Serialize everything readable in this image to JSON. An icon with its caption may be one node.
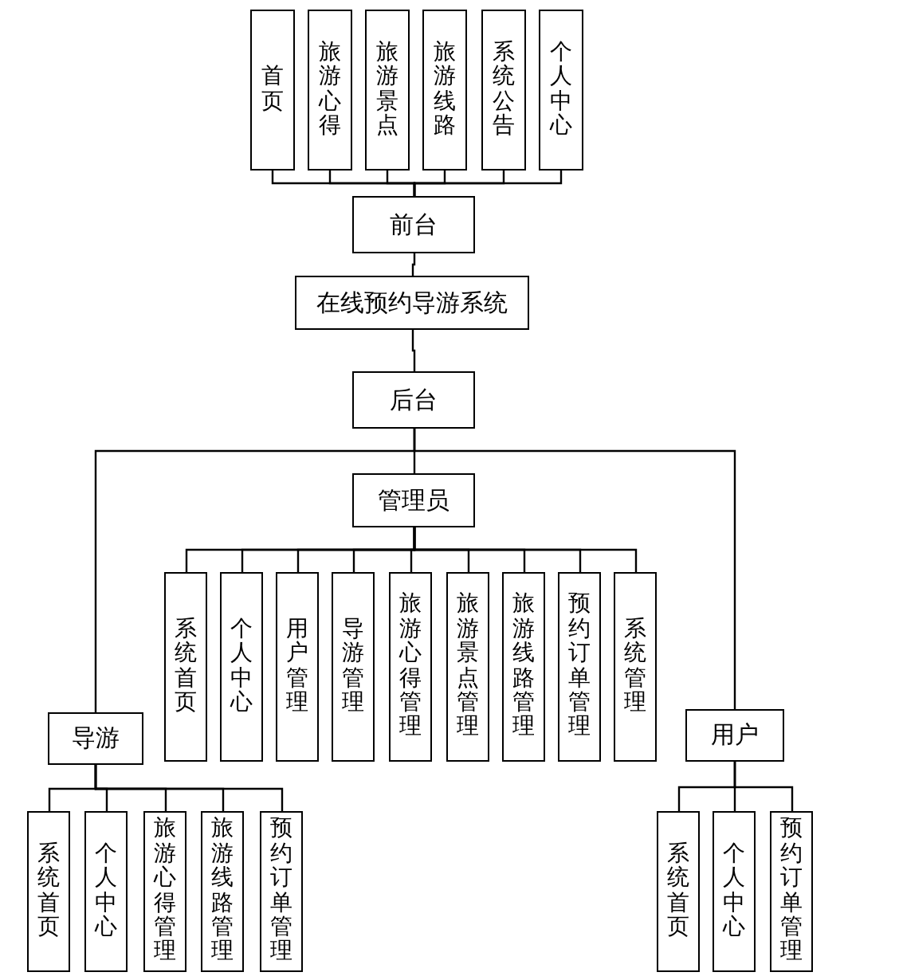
{
  "diagram": {
    "nodes": [
      {
        "text": [
          "首页"
        ]
      },
      {
        "text": [
          "旅游心得"
        ]
      },
      {
        "text": [
          "旅游景点"
        ]
      },
      {
        "text": [
          "旅游线路"
        ]
      },
      {
        "text": [
          "系统公告"
        ]
      },
      {
        "text": [
          "个人中心"
        ]
      },
      {
        "text": [
          "前台"
        ]
      },
      {
        "text": [
          "在线预约导游系统"
        ]
      },
      {
        "text": [
          "后台"
        ]
      },
      {
        "text": [
          "管理员"
        ]
      },
      {
        "text": [
          "系统首页"
        ]
      },
      {
        "text": [
          "个人中心"
        ]
      },
      {
        "text": [
          "用户管理"
        ]
      },
      {
        "text": [
          "导游管理"
        ]
      },
      {
        "text": [
          "旅游心得管理"
        ]
      },
      {
        "text": [
          "旅游景点管理"
        ]
      },
      {
        "text": [
          "旅游线路管理"
        ]
      },
      {
        "text": [
          "预约订单管理"
        ]
      },
      {
        "text": [
          "系统管理"
        ]
      },
      {
        "text": [
          "导游"
        ]
      },
      {
        "text": [
          "用户"
        ]
      },
      {
        "text": [
          "系统首页"
        ]
      },
      {
        "text": [
          "个人中心"
        ]
      },
      {
        "text": [
          "旅游心得管理"
        ]
      },
      {
        "text": [
          "旅游线路管理"
        ]
      },
      {
        "text": [
          "预约订单管理"
        ]
      },
      {
        "text": [
          "系统首页"
        ]
      },
      {
        "text": [
          "个人中心"
        ]
      },
      {
        "text": [
          "预约订单管理"
        ]
      }
    ],
    "edges": [
      {
        "from": 6,
        "to": 0,
        "arrow": "none"
      },
      {
        "from": 6,
        "to": 1,
        "arrow": "none"
      },
      {
        "from": 6,
        "to": 2,
        "arrow": "none"
      },
      {
        "from": 6,
        "to": 3,
        "arrow": "none"
      },
      {
        "from": 6,
        "to": 4,
        "arrow": "none"
      },
      {
        "from": 6,
        "to": 5,
        "arrow": "none"
      },
      {
        "from": 7,
        "to": 6,
        "arrow": "none"
      },
      {
        "from": 7,
        "to": 8,
        "arrow": "none"
      },
      {
        "from": 8,
        "to": 9,
        "arrow": "none"
      },
      {
        "from": 8,
        "to": 19,
        "arrow": "none"
      },
      {
        "from": 8,
        "to": 20,
        "arrow": "none"
      },
      {
        "from": 9,
        "to": 10,
        "arrow": "none"
      },
      {
        "from": 9,
        "to": 11,
        "arrow": "none"
      },
      {
        "from": 9,
        "to": 12,
        "arrow": "none"
      },
      {
        "from": 9,
        "to": 13,
        "arrow": "none"
      },
      {
        "from": 9,
        "to": 14,
        "arrow": "none"
      },
      {
        "from": 9,
        "to": 15,
        "arrow": "none"
      },
      {
        "from": 9,
        "to": 16,
        "arrow": "none"
      },
      {
        "from": 9,
        "to": 17,
        "arrow": "none"
      },
      {
        "from": 9,
        "to": 18,
        "arrow": "none"
      },
      {
        "from": 19,
        "to": 21,
        "arrow": "none"
      },
      {
        "from": 19,
        "to": 22,
        "arrow": "none"
      },
      {
        "from": 19,
        "to": 23,
        "arrow": "none"
      },
      {
        "from": 19,
        "to": 24,
        "arrow": "none"
      },
      {
        "from": 19,
        "to": 25,
        "arrow": "none"
      },
      {
        "from": 20,
        "to": 26,
        "arrow": "none"
      },
      {
        "from": 20,
        "to": 27,
        "arrow": "none"
      },
      {
        "from": 20,
        "to": 28,
        "arrow": "none"
      }
    ]
  }
}
